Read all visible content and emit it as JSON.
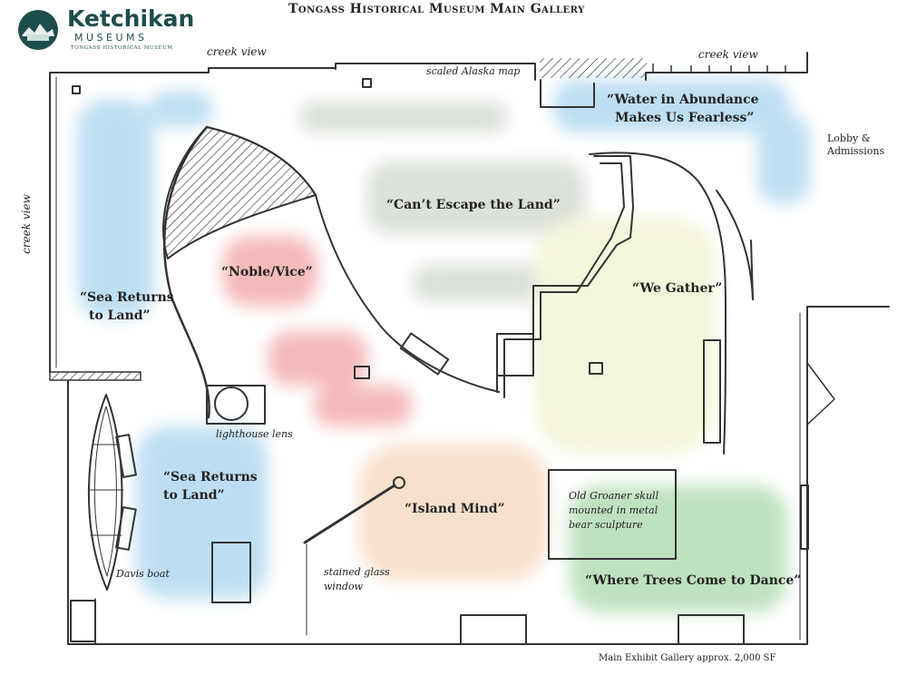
{
  "header": {
    "title": "Tongass Historical Museum Main Gallery",
    "logo_name": "Ketchikan",
    "logo_sub": "MUSEUMS",
    "logo_sub2": "TONGASS HISTORICAL MUSEUM"
  },
  "labels": {
    "creek_view_top_left": "creek view",
    "creek_view_top_right": "creek view",
    "creek_view_left": "creek view",
    "alaska_map": "scaled Alaska map",
    "lobby_line1": "Lobby &",
    "lobby_line2": "Admissions",
    "lighthouse_lens": "lighthouse lens",
    "davis_boat": "Davis boat",
    "stained_glass_line1": "stained glass",
    "stained_glass_line2": "window",
    "skull_line1": "Old Groaner skull",
    "skull_line2": "mounted in metal",
    "skull_line3": "bear sculpture",
    "area_note": "Main Exhibit Gallery approx. 2,000 SF"
  },
  "exhibits": {
    "water_line1": "“Water in Abundance",
    "water_line2": "Makes Us Fearless”",
    "land": "“Can’t Escape the Land”",
    "noble": "“Noble/Vice”",
    "sea_returns_1_line1": "“Sea Returns",
    "sea_returns_1_line2": "to Land”",
    "gather": "“We Gather”",
    "sea_returns_2_line1": "“Sea Returns",
    "sea_returns_2_line2": "to Land”",
    "island": "“Island Mind”",
    "trees": "“Where Trees Come to Dance”"
  },
  "colors": {
    "logo": "#1e4e4c",
    "blue_zone": "#a8d4ee",
    "gray_zone": "#cfd6cc",
    "red_zone": "#f2a3a3",
    "orange_zone": "#f6d7bb",
    "yellow_zone": "#f1f3cf",
    "green_zone": "#a9d8a9",
    "wall": "#333333"
  }
}
